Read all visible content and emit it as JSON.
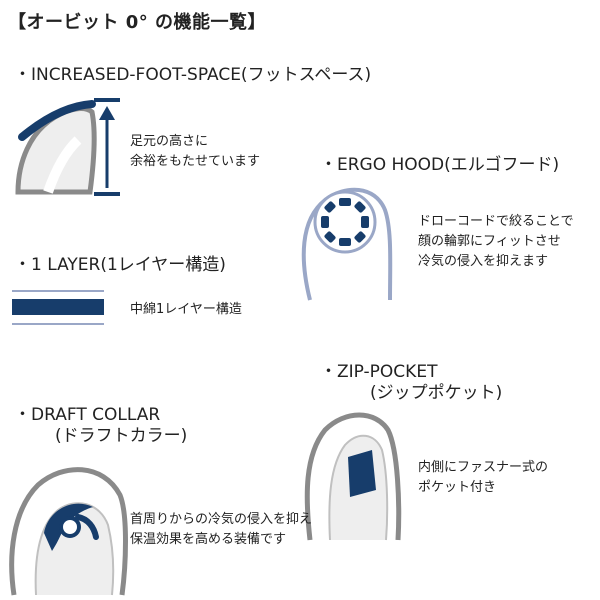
{
  "title": "【オービット 0° の機能一覧】",
  "features": {
    "foot_space": {
      "heading": "・INCREASED-FOOT-SPACE(フットスペース)",
      "desc": [
        "足元の高さに",
        "余裕をもたせています"
      ]
    },
    "ergo_hood": {
      "heading": "・ERGO HOOD(エルゴフード)",
      "desc": [
        "ドローコードで絞ることで",
        "顔の輪郭にフィットさせ",
        "冷気の侵入を抑えます"
      ]
    },
    "one_layer": {
      "heading": "・1 LAYER(1レイヤー構造)",
      "desc": [
        "中綿1レイヤー構造"
      ]
    },
    "zip_pocket": {
      "heading": "・ZIP-POCKET",
      "subheading": "(ジップポケット)",
      "desc": [
        "内側にファスナー式の",
        "ポケット付き"
      ]
    },
    "draft_collar": {
      "heading": "・DRAFT COLLAR",
      "subheading": "(ドラフトカラー)",
      "desc": [
        "首周りからの冷気の侵入を抑え",
        "保温効果を高める装備です"
      ]
    }
  },
  "colors": {
    "navy": "#173d6b",
    "outline": "#9aa7c7",
    "sleeping_bag_fill": "#eeeeee",
    "sleeping_bag_edge": "#8a8a8a"
  },
  "icons": [
    "foot-space-icon",
    "height-arrow-icon",
    "hood-icon",
    "layer-icon",
    "zip-pocket-icon",
    "draft-collar-icon"
  ]
}
